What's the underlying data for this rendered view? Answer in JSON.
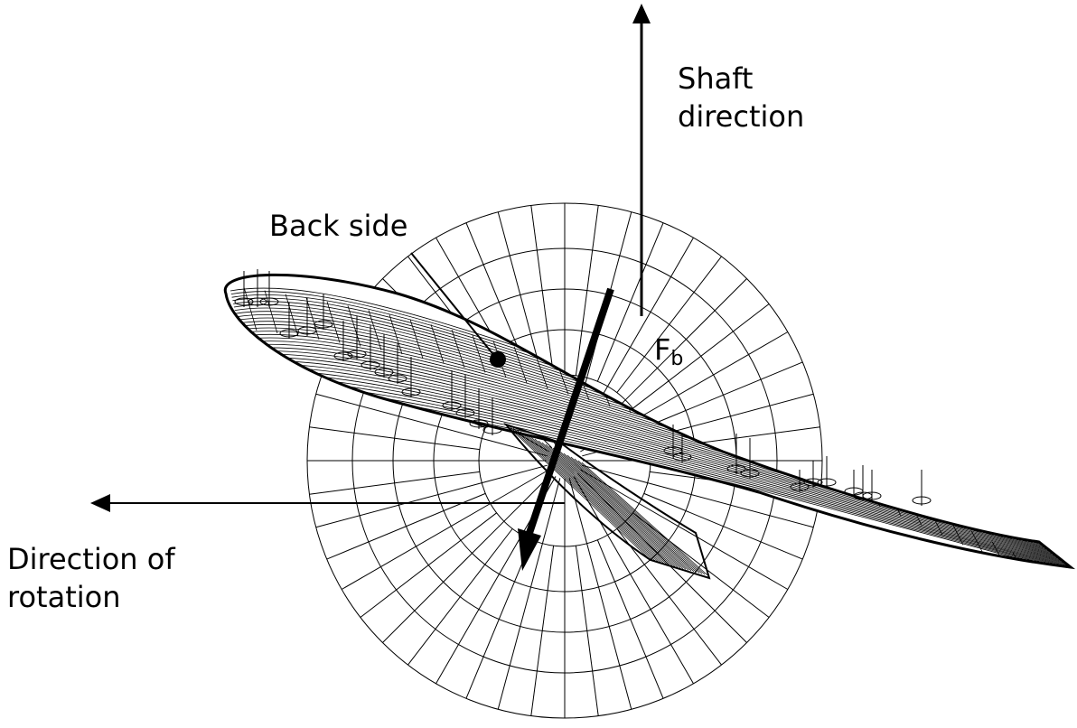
{
  "labels": {
    "shaft_direction_line1": "Shaft",
    "shaft_direction_line2": "direction",
    "direction_of_rotation_line1": "Direction of",
    "direction_of_rotation_line2": "rotation",
    "back_side": "Back side",
    "force_symbol": "F",
    "force_subscript": "b"
  },
  "colors": {
    "ink": "#000000",
    "background": "#ffffff"
  }
}
